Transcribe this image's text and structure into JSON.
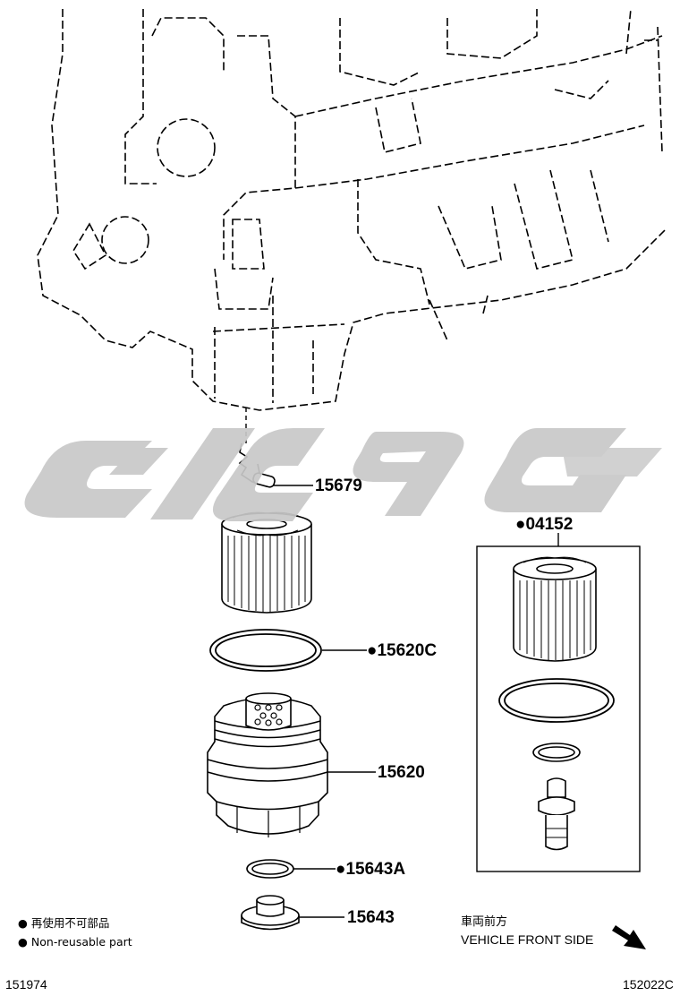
{
  "parts": {
    "p15679": "15679",
    "p15620C": "15620C",
    "p15620": "15620",
    "p15643A": "15643A",
    "p15643": "15643",
    "p04152": "04152"
  },
  "legend": {
    "jp": "再使用不可部品",
    "en": "Non-reusable part"
  },
  "direction": {
    "jp": "車両前方",
    "en": "VEHICLE FRONT SIDE"
  },
  "ids": {
    "left": "151974",
    "right": "152022C"
  },
  "colors": {
    "line": "#000000",
    "watermark": "#c8c8c8"
  }
}
